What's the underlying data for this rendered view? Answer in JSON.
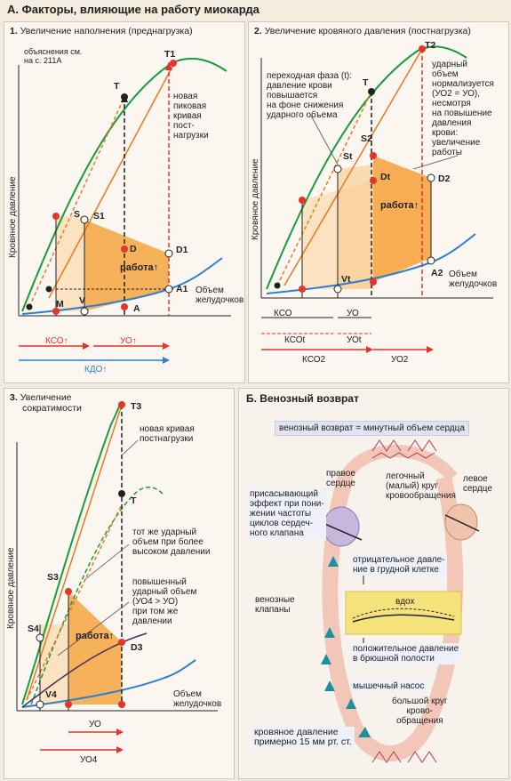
{
  "section_a": {
    "title": "А. Факторы, влияющие на работу миокарда"
  },
  "panel1": {
    "title_num": "1.",
    "title": "Увеличение наполнения (преднагрузка)",
    "note": "объяснения см. на с. 211А",
    "note_line1": "объяснения см.",
    "note_line2": "на с. 211А",
    "ylabel": "Кровяное давление",
    "xlabel_line1": "Объем",
    "xlabel_line2": "желудочков",
    "curve_label_1": "новая",
    "curve_label_2": "пиковая",
    "curve_label_3": "кривая",
    "curve_label_4": "пост-",
    "curve_label_5": "нагрузки",
    "work": "работа",
    "points": {
      "T": "T",
      "T1": "T1",
      "S": "S",
      "S1": "S1",
      "D": "D",
      "D1": "D1",
      "A": "A",
      "A1": "A1",
      "M": "M",
      "V": "V"
    },
    "arrows": {
      "kso": "КСО",
      "uo": "УО",
      "kdo": "КДО"
    }
  },
  "panel2": {
    "title_num": "2.",
    "title": "Увеличение кровяного давления (постнагрузка)",
    "ylabel": "Кровяное давление",
    "xlabel_line1": "Объем",
    "xlabel_line2": "желудочков",
    "note_left_1": "переходная фаза (t):",
    "note_left_2": "давление крови",
    "note_left_3": "повышается",
    "note_left_4": "на фоне снижения",
    "note_left_5": "ударного объема",
    "note_right_1": "ударный",
    "note_right_2": "объем",
    "note_right_3": "нормализуется",
    "note_right_4": "(УО2 = УО),",
    "note_right_5": "несмотря",
    "note_right_6": "на повышение",
    "note_right_7": "давления",
    "note_right_8": "крови:",
    "note_right_9": "увеличение",
    "note_right_10": "работы",
    "work": "работа",
    "points": {
      "T": "T",
      "T2": "T2",
      "S2": "S2",
      "St": "St",
      "Dt": "Dt",
      "D2": "D2",
      "A2": "A2",
      "Vt": "Vt"
    },
    "arrows": {
      "kso": "КСО",
      "uo": "УО",
      "ksot": "КСОt",
      "uot": "УОt",
      "kso2": "КСО2",
      "uo2": "УО2"
    }
  },
  "panel3": {
    "title_num": "3.",
    "title_line1": "Увеличение",
    "title_line2": "сократимости",
    "ylabel": "Кровяное давление",
    "xlabel_line1": "Объем",
    "xlabel_line2": "желудочков",
    "curve_label_1": "новая кривая",
    "curve_label_2": "постнагрузки",
    "note1_1": "тот же ударный",
    "note1_2": "объем при более",
    "note1_3": "высоком давлении",
    "note2_1": "повышенный",
    "note2_2": "ударный объем",
    "note2_3": "(УО4 > УО)",
    "note2_4": "при том же",
    "note2_5": "давлении",
    "work": "работа",
    "points": {
      "T3": "T3",
      "T": "T",
      "S3": "S3",
      "S4": "S4",
      "D3": "D3",
      "V4": "V4"
    },
    "arrows": {
      "uo": "УО",
      "uo4": "УО4"
    }
  },
  "section_b": {
    "title": "Б. Венозный возврат",
    "banner": "венозный возврат = минутный объем сердца",
    "right_heart_1": "правое",
    "right_heart_2": "сердце",
    "left_heart_1": "левое",
    "left_heart_2": "сердце",
    "pulm_1": "легочный",
    "pulm_2": "(малый) круг",
    "pulm_3": "кровообращения",
    "suction_1": "присасывающий",
    "suction_2": "эффект при пони-",
    "suction_3": "жении частоты",
    "suction_4": "циклов сердеч-",
    "suction_5": "ного клапана",
    "neg_1": "отрицательное давле-",
    "neg_2": "ние в грудной клетке",
    "inhale": "вдох",
    "venous_valves_1": "венозные",
    "venous_valves_2": "клапаны",
    "pos_1": "положительное давление",
    "pos_2": "в брюшной полости",
    "muscle_pump": "мышечный насос",
    "big_1": "большой круг",
    "big_2": "крово-",
    "big_3": "обращения",
    "bp_1": "кровяное давление",
    "bp_2": "примерно 15 мм рт. ст."
  },
  "colors": {
    "green_curve": "#1a9b3c",
    "orange_line": "#e9771e",
    "red_arrow": "#e4342b",
    "blue_curve": "#2d7fd0",
    "fill_orange": "#f5a94a",
    "fill_light": "#fbe3c2",
    "teal_arrow": "#1e8fa0"
  }
}
